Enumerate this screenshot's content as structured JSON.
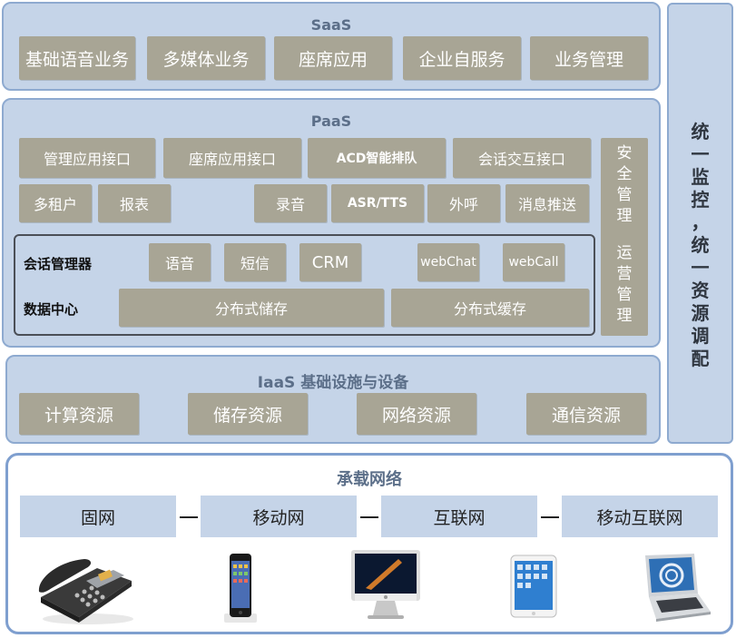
{
  "saas": {
    "title": "SaaS",
    "items": [
      "基础语音业务",
      "多媒体业务",
      "座席应用",
      "企业自服务",
      "业务管理"
    ]
  },
  "paas": {
    "title": "PaaS",
    "row1": [
      "管理应用接口",
      "座席应用接口",
      "ACD智能排队",
      "会话交互接口"
    ],
    "row2_left": [
      "多租户",
      "报表"
    ],
    "row2_right": [
      "录音",
      "ASR/TTS",
      "外呼",
      "消息推送"
    ],
    "session_label": "会话管理器",
    "session_items": [
      "语音",
      "短信",
      "CRM",
      "webChat",
      "webCall"
    ],
    "data_center_label": "数据中心",
    "data_items": [
      "分布式储存",
      "分布式缓存"
    ],
    "side_box_top": [
      "安",
      "全",
      "管",
      "理"
    ],
    "side_box_bottom": [
      "运",
      "营",
      "管",
      "理"
    ]
  },
  "iaas": {
    "title": "IaaS 基础设施与设备",
    "items": [
      "计算资源",
      "储存资源",
      "网络资源",
      "通信资源"
    ]
  },
  "side_panel": {
    "chars": [
      "统",
      "一",
      "监",
      "控",
      "，",
      "统",
      "一",
      "资",
      "源",
      "调",
      "配"
    ]
  },
  "network": {
    "title": "承载网络",
    "items": [
      "固网",
      "移动网",
      "互联网",
      "移动互联网"
    ],
    "devices": [
      "desk-phone",
      "smartphone",
      "desktop-computer",
      "tablet",
      "laptop"
    ]
  },
  "colors": {
    "layer_bg": "#c5d4e8",
    "layer_border": "#8eaad0",
    "box_bg": "#a8a595",
    "title_text": "#5c6f89"
  }
}
